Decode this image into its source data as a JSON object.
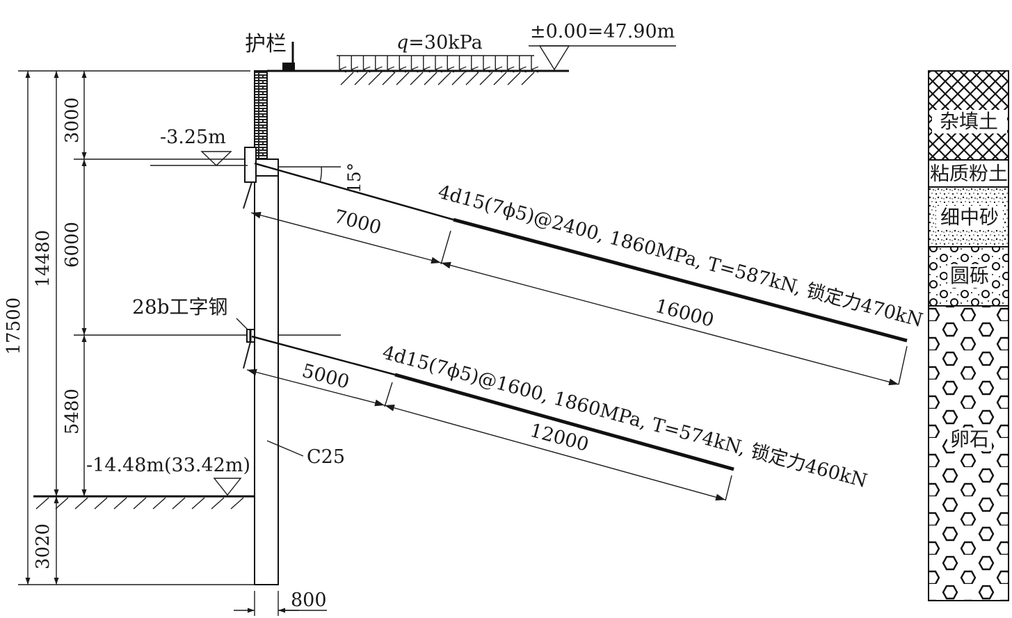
{
  "labels": {
    "guardrail": "护栏",
    "load": "q=30kPa",
    "datum": "±0.00=47.90m",
    "level_top": "-3.25m",
    "angle": "15°",
    "ibeam": "28b工字钢",
    "level_bottom": "-14.48m(33.42m)",
    "concrete": "C25"
  },
  "dimensions": {
    "d17500": "17500",
    "d14480": "14480",
    "d3000": "3000",
    "d6000": "6000",
    "d5480": "5480",
    "d3020": "3020",
    "d800": "800"
  },
  "anchors": [
    {
      "free_length": "7000",
      "total_length": "16000",
      "spec": "4d15(7ϕ5)@2400, 1860MPa, T=587kN, 锁定力470kN"
    },
    {
      "free_length": "5000",
      "total_length": "12000",
      "spec": "4d15(7ϕ5)@1600, 1860MPa, T=574kN, 锁定力460kN"
    }
  ],
  "soil_layers": [
    "杂填土",
    "粘质粉土",
    "细中砂",
    "圆砾",
    "卵石"
  ]
}
